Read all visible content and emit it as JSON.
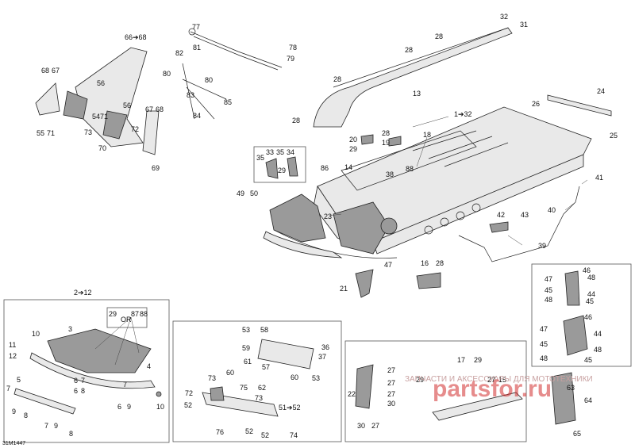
{
  "drawing_code": "31M1447",
  "watermark": {
    "line1": "ЗАПЧАСТИ И АКСЕССУАРЫ ДЛЯ МОТОТЕХНИКИ",
    "line2": "partsfor.ru"
  },
  "callouts": {
    "c1_32": "1➔32",
    "c2_12": "2➔12",
    "c66_68": "66➔68",
    "c51_52": "51➔52",
    "n3": "3",
    "n4": "4",
    "n5": "5",
    "n6": "6",
    "n7": "7",
    "n8": "8",
    "n9": "9",
    "n10": "10",
    "n11": "11",
    "n12": "12",
    "n13": "13",
    "n14": "14",
    "n15": "15",
    "n16": "16",
    "n17": "17",
    "n18": "18",
    "n19": "19",
    "n20": "20",
    "n21": "21",
    "n22": "22",
    "n23": "23",
    "n24": "24",
    "n25": "25",
    "n26": "26",
    "n27": "27",
    "n28": "28",
    "n29": "29",
    "n30": "30",
    "n31": "31",
    "n32": "32",
    "n33": "33",
    "n34": "34",
    "n35": "35",
    "n36": "36",
    "n37": "37",
    "n38": "38",
    "n39": "39",
    "n40": "40",
    "n41": "41",
    "n42": "42",
    "n43": "43",
    "n44": "44",
    "n45": "45",
    "n46": "46",
    "n47": "47",
    "n48": "48",
    "n49": "49",
    "n50": "50",
    "n51": "51",
    "n52": "52",
    "n53": "53",
    "n54": "54",
    "n55": "55",
    "n56": "56",
    "n57": "57",
    "n58": "58",
    "n59": "59",
    "n60": "60",
    "n61": "61",
    "n62": "62",
    "n63": "63",
    "n64": "64",
    "n65": "65",
    "n67": "67",
    "n68": "68",
    "n69": "69",
    "n70": "70",
    "n71": "71",
    "n72": "72",
    "n73": "73",
    "n74": "74",
    "n75": "75",
    "n76": "76",
    "n77": "77",
    "n78": "78",
    "n79": "79",
    "n80": "80",
    "n81": "81",
    "n82": "82",
    "n83": "83",
    "n84": "84",
    "n85": "85",
    "n86": "86",
    "n87": "87",
    "n88": "88",
    "or": "OR"
  }
}
